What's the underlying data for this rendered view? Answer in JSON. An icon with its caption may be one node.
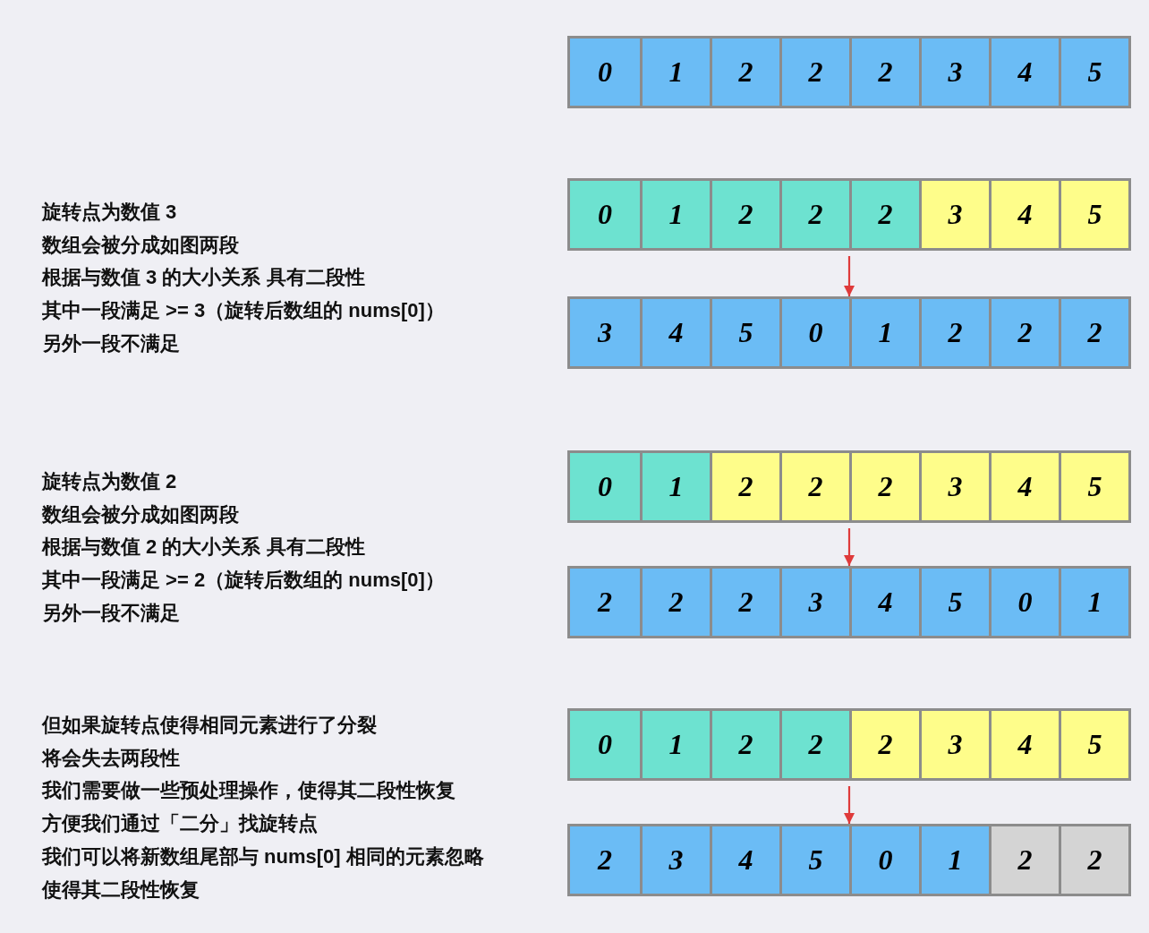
{
  "diagram": {
    "nodes": [
      {
        "text": [],
        "shape": "box"
      },
      {
        "text": [
          "0"
        ],
        "in": 0
      },
      {
        "text": [
          "1"
        ],
        "in": 0
      },
      {
        "text": [
          "2"
        ],
        "in": 0
      },
      {
        "text": [
          "2"
        ],
        "in": 0
      },
      {
        "text": [
          "2"
        ],
        "in": 0
      },
      {
        "text": [
          "3"
        ],
        "in": 0
      },
      {
        "text": [
          "4"
        ],
        "in": 0
      },
      {
        "text": [
          "5"
        ],
        "in": 0
      },
      {
        "text": [],
        "shape": "box"
      },
      {
        "text": [
          "0"
        ],
        "in": 9
      },
      {
        "text": [
          "1"
        ],
        "in": 9
      },
      {
        "text": [
          "2"
        ],
        "in": 9
      },
      {
        "text": [
          "2"
        ],
        "in": 9
      },
      {
        "text": [
          "2"
        ],
        "in": 9
      },
      {
        "text": [
          "3"
        ],
        "in": 9
      },
      {
        "text": [
          "4"
        ],
        "in": 9
      },
      {
        "text": [
          "5"
        ],
        "in": 9
      },
      {
        "text": [],
        "shape": "box"
      },
      {
        "text": [
          "3"
        ],
        "in": 18
      },
      {
        "text": [
          "4"
        ],
        "in": 18
      },
      {
        "text": [
          "5"
        ],
        "in": 18
      },
      {
        "text": [
          "0"
        ],
        "in": 18
      },
      {
        "text": [
          "1"
        ],
        "in": 18
      },
      {
        "text": [
          "2"
        ],
        "in": 18
      },
      {
        "text": [
          "2"
        ],
        "in": 18
      },
      {
        "text": [
          "2"
        ],
        "in": 18
      },
      {
        "text": [],
        "shape": "box"
      },
      {
        "text": [
          "0"
        ],
        "in": 27
      },
      {
        "text": [
          "1"
        ],
        "in": 27
      },
      {
        "text": [
          "2"
        ],
        "in": 27
      },
      {
        "text": [
          "2"
        ],
        "in": 27
      },
      {
        "text": [
          "2"
        ],
        "in": 27
      },
      {
        "text": [
          "3"
        ],
        "in": 27
      },
      {
        "text": [
          "4"
        ],
        "in": 27
      },
      {
        "text": [
          "5"
        ],
        "in": 27
      },
      {
        "text": [],
        "shape": "box"
      },
      {
        "text": [
          "2"
        ],
        "in": 36
      },
      {
        "text": [
          "2"
        ],
        "in": 36
      },
      {
        "text": [
          "2"
        ],
        "in": 36
      },
      {
        "text": [
          "3"
        ],
        "in": 36
      },
      {
        "text": [
          "4"
        ],
        "in": 36
      },
      {
        "text": [
          "5"
        ],
        "in": 36
      },
      {
        "text": [
          "0"
        ],
        "in": 36
      },
      {
        "text": [
          "1"
        ],
        "in": 36
      },
      {
        "text": [],
        "shape": "box"
      },
      {
        "text": [
          "0"
        ],
        "in": 45
      },
      {
        "text": [
          "1"
        ],
        "in": 45
      },
      {
        "text": [
          "2"
        ],
        "in": 45
      },
      {
        "text": [
          "2"
        ],
        "in": 45
      },
      {
        "text": [
          "2"
        ],
        "in": 45
      },
      {
        "text": [
          "3"
        ],
        "in": 45
      },
      {
        "text": [
          "4"
        ],
        "in": 45
      },
      {
        "text": [
          "5"
        ],
        "in": 45
      },
      {
        "text": [],
        "shape": "box"
      },
      {
        "text": [
          "2"
        ],
        "in": 54
      },
      {
        "text": [
          "3"
        ],
        "in": 54
      },
      {
        "text": [
          "4"
        ],
        "in": 54
      },
      {
        "text": [
          "5"
        ],
        "in": 54
      },
      {
        "text": [
          "0"
        ],
        "in": 54
      },
      {
        "text": [
          "1"
        ],
        "in": 54
      },
      {
        "text": [
          "2"
        ],
        "in": 54
      },
      {
        "text": [
          "2"
        ],
        "in": 54
      }
    ],
    "edges": [
      {
        "from": 9,
        "to": 18,
        "arrow": "to"
      },
      {
        "from": 27,
        "to": 36,
        "arrow": "to"
      },
      {
        "from": 45,
        "to": 54,
        "arrow": "to"
      }
    ],
    "labels": [
      "旋转点为数值 3",
      "数组会被分成如图两段",
      "根据与数值 3 的大小关系 具有二段性",
      "其中一段满足 >= 3（旋转后数组的 nums[0]）",
      "另外一段不满足",
      "旋转点为数值 2",
      "数组会被分成如图两段",
      "根据与数值 2 的大小关系 具有二段性",
      "其中一段满足 >= 2（旋转后数组的 nums[0]）",
      "另外一段不满足",
      "但如果旋转点使得相同元素进行了分裂",
      "将会失去两段性",
      "我们需要做一些预处理操作，使得其二段性恢复",
      "方便我们通过「二分」找旋转点",
      "我们可以将新数组尾部与 nums[0] 相同的元素忽略",
      "使得其二段性恢复"
    ]
  }
}
